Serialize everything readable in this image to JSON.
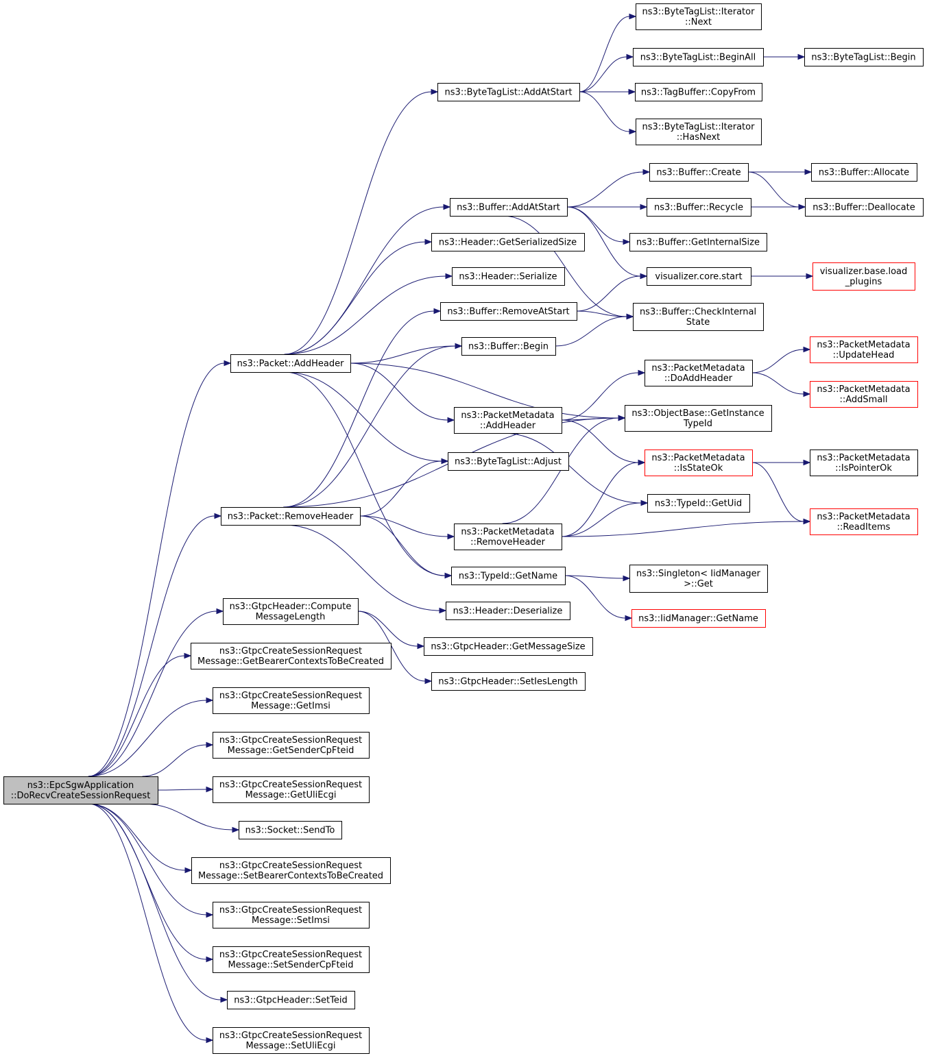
{
  "colors": {
    "edge": "#191970",
    "truncated_border": "#ff0000",
    "root_fill": "#bfbfbf",
    "node_border": "#000000"
  },
  "nodes": [
    {
      "id": "root",
      "lines": [
        "ns3::EpcSgwApplication",
        "::DoRecvCreateSessionRequest"
      ],
      "root": true
    },
    {
      "id": "addHeader",
      "lines": [
        "ns3::Packet::AddHeader"
      ]
    },
    {
      "id": "removeHeader",
      "lines": [
        "ns3::Packet::RemoveHeader"
      ]
    },
    {
      "id": "computeLen",
      "lines": [
        "ns3::GtpcHeader::Compute",
        "MessageLength"
      ]
    },
    {
      "id": "getBearer",
      "lines": [
        "ns3::GtpcCreateSessionRequest",
        "Message::GetBearerContextsToBeCreated"
      ]
    },
    {
      "id": "getImsi",
      "lines": [
        "ns3::GtpcCreateSessionRequest",
        "Message::GetImsi"
      ]
    },
    {
      "id": "getSender",
      "lines": [
        "ns3::GtpcCreateSessionRequest",
        "Message::GetSenderCpFteid"
      ]
    },
    {
      "id": "getUli",
      "lines": [
        "ns3::GtpcCreateSessionRequest",
        "Message::GetUliEcgi"
      ]
    },
    {
      "id": "sendTo",
      "lines": [
        "ns3::Socket::SendTo"
      ]
    },
    {
      "id": "setBearer",
      "lines": [
        "ns3::GtpcCreateSessionRequest",
        "Message::SetBearerContextsToBeCreated"
      ]
    },
    {
      "id": "setImsi",
      "lines": [
        "ns3::GtpcCreateSessionRequest",
        "Message::SetImsi"
      ]
    },
    {
      "id": "setSender",
      "lines": [
        "ns3::GtpcCreateSessionRequest",
        "Message::SetSenderCpFteid"
      ]
    },
    {
      "id": "setTeid",
      "lines": [
        "ns3::GtpcHeader::SetTeid"
      ]
    },
    {
      "id": "setUli",
      "lines": [
        "ns3::GtpcCreateSessionRequest",
        "Message::SetUliEcgi"
      ]
    },
    {
      "id": "btlAddAtStart",
      "lines": [
        "ns3::ByteTagList::AddAtStart"
      ]
    },
    {
      "id": "bufAddAtStart",
      "lines": [
        "ns3::Buffer::AddAtStart"
      ]
    },
    {
      "id": "hdrGetSerSize",
      "lines": [
        "ns3::Header::GetSerializedSize"
      ]
    },
    {
      "id": "hdrSerialize",
      "lines": [
        "ns3::Header::Serialize"
      ]
    },
    {
      "id": "bufRemoveAtStart",
      "lines": [
        "ns3::Buffer::RemoveAtStart"
      ]
    },
    {
      "id": "bufBegin",
      "lines": [
        "ns3::Buffer::Begin"
      ]
    },
    {
      "id": "pmAddHeader",
      "lines": [
        "ns3::PacketMetadata",
        "::AddHeader"
      ]
    },
    {
      "id": "btlAdjust",
      "lines": [
        "ns3::ByteTagList::Adjust"
      ]
    },
    {
      "id": "pmRemoveHeader",
      "lines": [
        "ns3::PacketMetadata",
        "::RemoveHeader"
      ]
    },
    {
      "id": "tidGetName",
      "lines": [
        "ns3::TypeId::GetName"
      ]
    },
    {
      "id": "hdrDeserialize",
      "lines": [
        "ns3::Header::Deserialize"
      ]
    },
    {
      "id": "gtpcGetMsgSize",
      "lines": [
        "ns3::GtpcHeader::GetMessageSize"
      ]
    },
    {
      "id": "gtpcSetIes",
      "lines": [
        "ns3::GtpcHeader::SetIesLength"
      ]
    },
    {
      "id": "btlItNext",
      "lines": [
        "ns3::ByteTagList::Iterator",
        "::Next"
      ]
    },
    {
      "id": "btlBeginAll",
      "lines": [
        "ns3::ByteTagList::BeginAll"
      ]
    },
    {
      "id": "tbCopyFrom",
      "lines": [
        "ns3::TagBuffer::CopyFrom"
      ]
    },
    {
      "id": "btlItHasNext",
      "lines": [
        "ns3::ByteTagList::Iterator",
        "::HasNext"
      ]
    },
    {
      "id": "bufCreate",
      "lines": [
        "ns3::Buffer::Create"
      ]
    },
    {
      "id": "bufRecycle",
      "lines": [
        "ns3::Buffer::Recycle"
      ]
    },
    {
      "id": "bufGetInternalSize",
      "lines": [
        "ns3::Buffer::GetInternalSize"
      ]
    },
    {
      "id": "vizStart",
      "lines": [
        "visualizer.core.start"
      ]
    },
    {
      "id": "bufCheckInternal",
      "lines": [
        "ns3::Buffer::CheckInternal",
        "State"
      ]
    },
    {
      "id": "pmDoAddHeader",
      "lines": [
        "ns3::PacketMetadata",
        "::DoAddHeader"
      ]
    },
    {
      "id": "obGetInstTypeId",
      "lines": [
        "ns3::ObjectBase::GetInstance",
        "TypeId"
      ]
    },
    {
      "id": "pmIsStateOk",
      "lines": [
        "ns3::PacketMetadata",
        "::IsStateOk"
      ],
      "truncated": true
    },
    {
      "id": "tidGetUid",
      "lines": [
        "ns3::TypeId::GetUid"
      ]
    },
    {
      "id": "singletonGet",
      "lines": [
        "ns3::Singleton< IidManager",
        ">::Get"
      ]
    },
    {
      "id": "iidGetName",
      "lines": [
        "ns3::IidManager::GetName"
      ],
      "truncated": true
    },
    {
      "id": "btlBegin",
      "lines": [
        "ns3::ByteTagList::Begin"
      ]
    },
    {
      "id": "bufAllocate",
      "lines": [
        "ns3::Buffer::Allocate"
      ]
    },
    {
      "id": "bufDeallocate",
      "lines": [
        "ns3::Buffer::Deallocate"
      ]
    },
    {
      "id": "vizLoadPlugins",
      "lines": [
        "visualizer.base.load",
        "_plugins"
      ],
      "truncated": true
    },
    {
      "id": "pmUpdateHead",
      "lines": [
        "ns3::PacketMetadata",
        "::UpdateHead"
      ],
      "truncated": true
    },
    {
      "id": "pmAddSmall",
      "lines": [
        "ns3::PacketMetadata",
        "::AddSmall"
      ],
      "truncated": true
    },
    {
      "id": "pmIsPointerOk",
      "lines": [
        "ns3::PacketMetadata",
        "::IsPointerOk"
      ]
    },
    {
      "id": "pmReadItems",
      "lines": [
        "ns3::PacketMetadata",
        "::ReadItems"
      ],
      "truncated": true
    }
  ],
  "edges": [
    [
      "root",
      "addHeader"
    ],
    [
      "root",
      "removeHeader"
    ],
    [
      "root",
      "computeLen"
    ],
    [
      "root",
      "getBearer"
    ],
    [
      "root",
      "getImsi"
    ],
    [
      "root",
      "getSender"
    ],
    [
      "root",
      "getUli"
    ],
    [
      "root",
      "sendTo"
    ],
    [
      "root",
      "setBearer"
    ],
    [
      "root",
      "setImsi"
    ],
    [
      "root",
      "setSender"
    ],
    [
      "root",
      "setTeid"
    ],
    [
      "root",
      "setUli"
    ],
    [
      "addHeader",
      "btlAddAtStart"
    ],
    [
      "addHeader",
      "bufAddAtStart"
    ],
    [
      "addHeader",
      "hdrGetSerSize"
    ],
    [
      "addHeader",
      "hdrSerialize"
    ],
    [
      "addHeader",
      "bufBegin"
    ],
    [
      "addHeader",
      "pmAddHeader"
    ],
    [
      "addHeader",
      "btlAdjust"
    ],
    [
      "addHeader",
      "obGetInstTypeId"
    ],
    [
      "addHeader",
      "tidGetName"
    ],
    [
      "removeHeader",
      "bufRemoveAtStart"
    ],
    [
      "removeHeader",
      "bufBegin"
    ],
    [
      "removeHeader",
      "btlAdjust"
    ],
    [
      "removeHeader",
      "pmRemoveHeader"
    ],
    [
      "removeHeader",
      "tidGetName"
    ],
    [
      "removeHeader",
      "hdrDeserialize"
    ],
    [
      "removeHeader",
      "obGetInstTypeId"
    ],
    [
      "computeLen",
      "gtpcGetMsgSize"
    ],
    [
      "computeLen",
      "gtpcSetIes"
    ],
    [
      "btlAddAtStart",
      "btlItNext"
    ],
    [
      "btlAddAtStart",
      "btlBeginAll"
    ],
    [
      "btlAddAtStart",
      "tbCopyFrom"
    ],
    [
      "btlAddAtStart",
      "btlItHasNext"
    ],
    [
      "btlBeginAll",
      "btlBegin"
    ],
    [
      "bufAddAtStart",
      "bufCreate"
    ],
    [
      "bufAddAtStart",
      "bufRecycle"
    ],
    [
      "bufAddAtStart",
      "bufGetInternalSize"
    ],
    [
      "bufAddAtStart",
      "vizStart"
    ],
    [
      "bufAddAtStart",
      "bufCheckInternal"
    ],
    [
      "bufCreate",
      "bufAllocate"
    ],
    [
      "bufCreate",
      "bufDeallocate"
    ],
    [
      "bufRecycle",
      "bufDeallocate"
    ],
    [
      "vizStart",
      "vizLoadPlugins"
    ],
    [
      "bufRemoveAtStart",
      "vizStart"
    ],
    [
      "bufRemoveAtStart",
      "bufCheckInternal"
    ],
    [
      "bufBegin",
      "bufCheckInternal"
    ],
    [
      "pmAddHeader",
      "pmDoAddHeader"
    ],
    [
      "pmAddHeader",
      "obGetInstTypeId"
    ],
    [
      "pmAddHeader",
      "pmIsStateOk"
    ],
    [
      "pmAddHeader",
      "tidGetUid"
    ],
    [
      "pmDoAddHeader",
      "pmUpdateHead"
    ],
    [
      "pmDoAddHeader",
      "pmAddSmall"
    ],
    [
      "pmIsStateOk",
      "pmIsPointerOk"
    ],
    [
      "pmIsStateOk",
      "pmReadItems"
    ],
    [
      "pmRemoveHeader",
      "obGetInstTypeId"
    ],
    [
      "pmRemoveHeader",
      "pmIsStateOk"
    ],
    [
      "pmRemoveHeader",
      "tidGetUid"
    ],
    [
      "pmRemoveHeader",
      "pmReadItems"
    ],
    [
      "tidGetName",
      "singletonGet"
    ],
    [
      "tidGetName",
      "iidGetName"
    ]
  ]
}
